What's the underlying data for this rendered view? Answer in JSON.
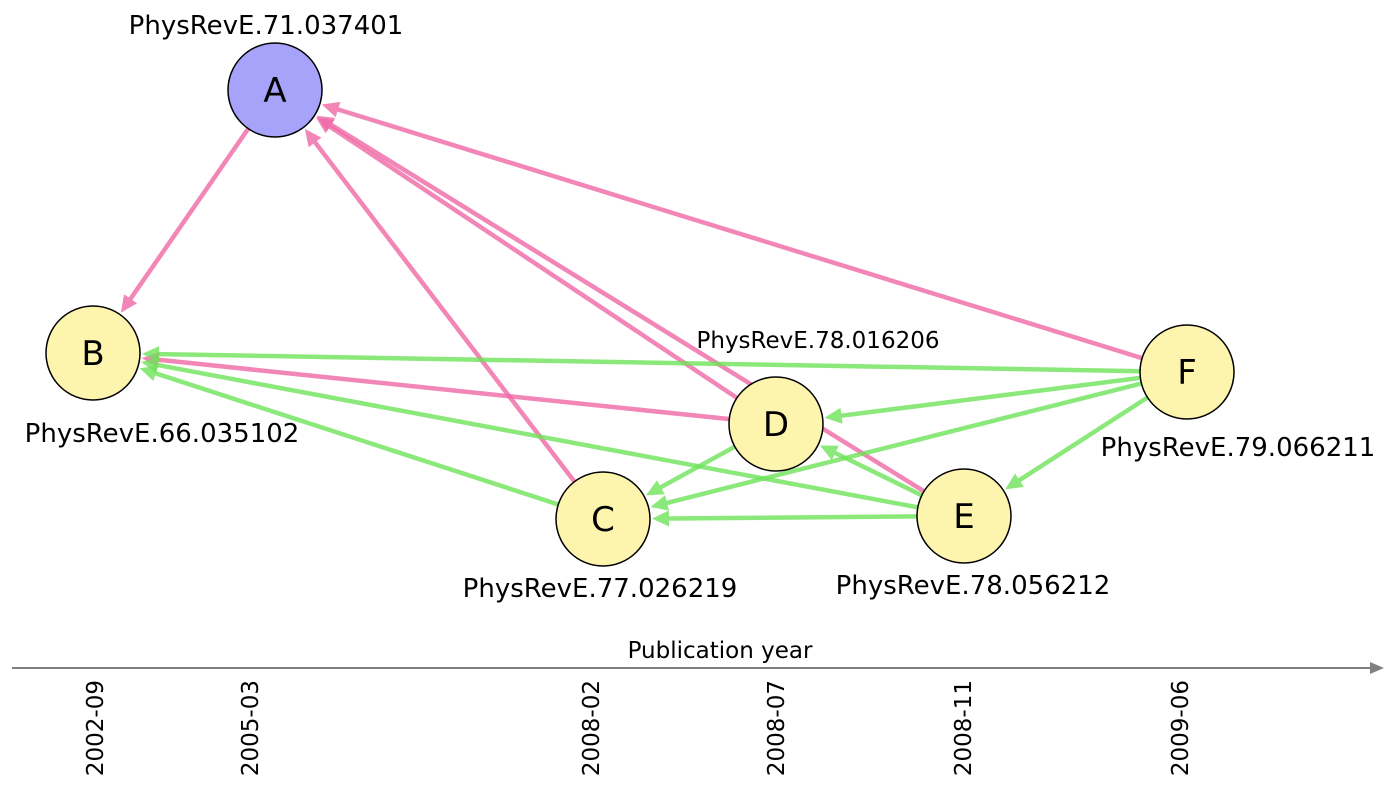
{
  "colors": {
    "root_node_fill": "#a7a3fb",
    "node_fill": "#fdf5ae",
    "node_stroke": "#000000",
    "edge_pink": "#f069a6",
    "edge_green": "#6fe35a",
    "axis": "#808080"
  },
  "nodes": [
    {
      "id": "A",
      "label": "A",
      "paper": "PhysRevE.71.037401",
      "root": true
    },
    {
      "id": "B",
      "label": "B",
      "paper": "PhysRevE.66.035102",
      "root": false
    },
    {
      "id": "C",
      "label": "C",
      "paper": "PhysRevE.77.026219",
      "root": false
    },
    {
      "id": "D",
      "label": "D",
      "paper": "PhysRevE.78.016206",
      "root": false
    },
    {
      "id": "E",
      "label": "E",
      "paper": "PhysRevE.78.056212",
      "root": false
    },
    {
      "id": "F",
      "label": "F",
      "paper": "PhysRevE.79.066211",
      "root": false
    }
  ],
  "edges": [
    {
      "from": "A",
      "to": "B",
      "color": "pink"
    },
    {
      "from": "C",
      "to": "A",
      "color": "pink"
    },
    {
      "from": "D",
      "to": "A",
      "color": "pink"
    },
    {
      "from": "E",
      "to": "A",
      "color": "pink"
    },
    {
      "from": "F",
      "to": "A",
      "color": "pink"
    },
    {
      "from": "D",
      "to": "B",
      "color": "pink"
    },
    {
      "from": "F",
      "to": "B",
      "color": "green"
    },
    {
      "from": "E",
      "to": "B",
      "color": "green"
    },
    {
      "from": "C",
      "to": "B",
      "color": "green"
    },
    {
      "from": "F",
      "to": "D",
      "color": "green"
    },
    {
      "from": "F",
      "to": "C",
      "color": "green"
    },
    {
      "from": "F",
      "to": "E",
      "color": "green"
    },
    {
      "from": "D",
      "to": "C",
      "color": "green"
    },
    {
      "from": "E",
      "to": "D",
      "color": "green"
    },
    {
      "from": "E",
      "to": "C",
      "color": "green"
    }
  ],
  "axis": {
    "title": "Publication year",
    "ticks": [
      "2002-09",
      "2005-03",
      "2008-02",
      "2008-07",
      "2008-11",
      "2009-06"
    ]
  }
}
